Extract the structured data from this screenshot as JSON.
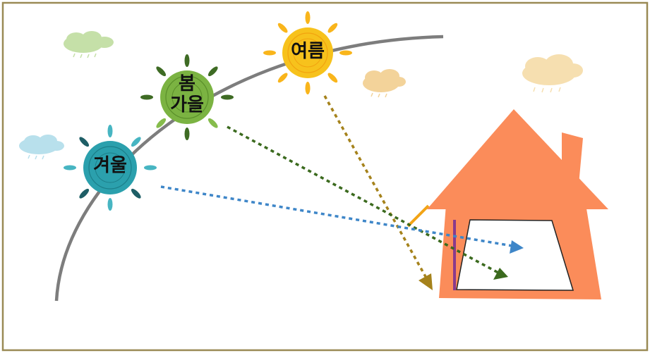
{
  "colors": {
    "border": "#9a8a55",
    "arc": "#7d7d7d",
    "summer": "#f7c21c",
    "spring": "#7bb342",
    "winter": "#2ba0ad",
    "summer_path": "#a5821b",
    "spring_path": "#3b6a1e",
    "winter_path": "#3e86c8",
    "house": "#fb8c5a",
    "window": "#ffffff",
    "awning": "#f2a416",
    "wall_bar": "#8a3a8c"
  },
  "suns": [
    {
      "id": "summer",
      "label": "여름"
    },
    {
      "id": "spring",
      "label_line1": "봄",
      "label_line2": "가을"
    },
    {
      "id": "winter",
      "label": "겨울"
    }
  ],
  "icons": [
    "cloud-icon",
    "sun-icon",
    "house-icon",
    "arrow-icon"
  ]
}
